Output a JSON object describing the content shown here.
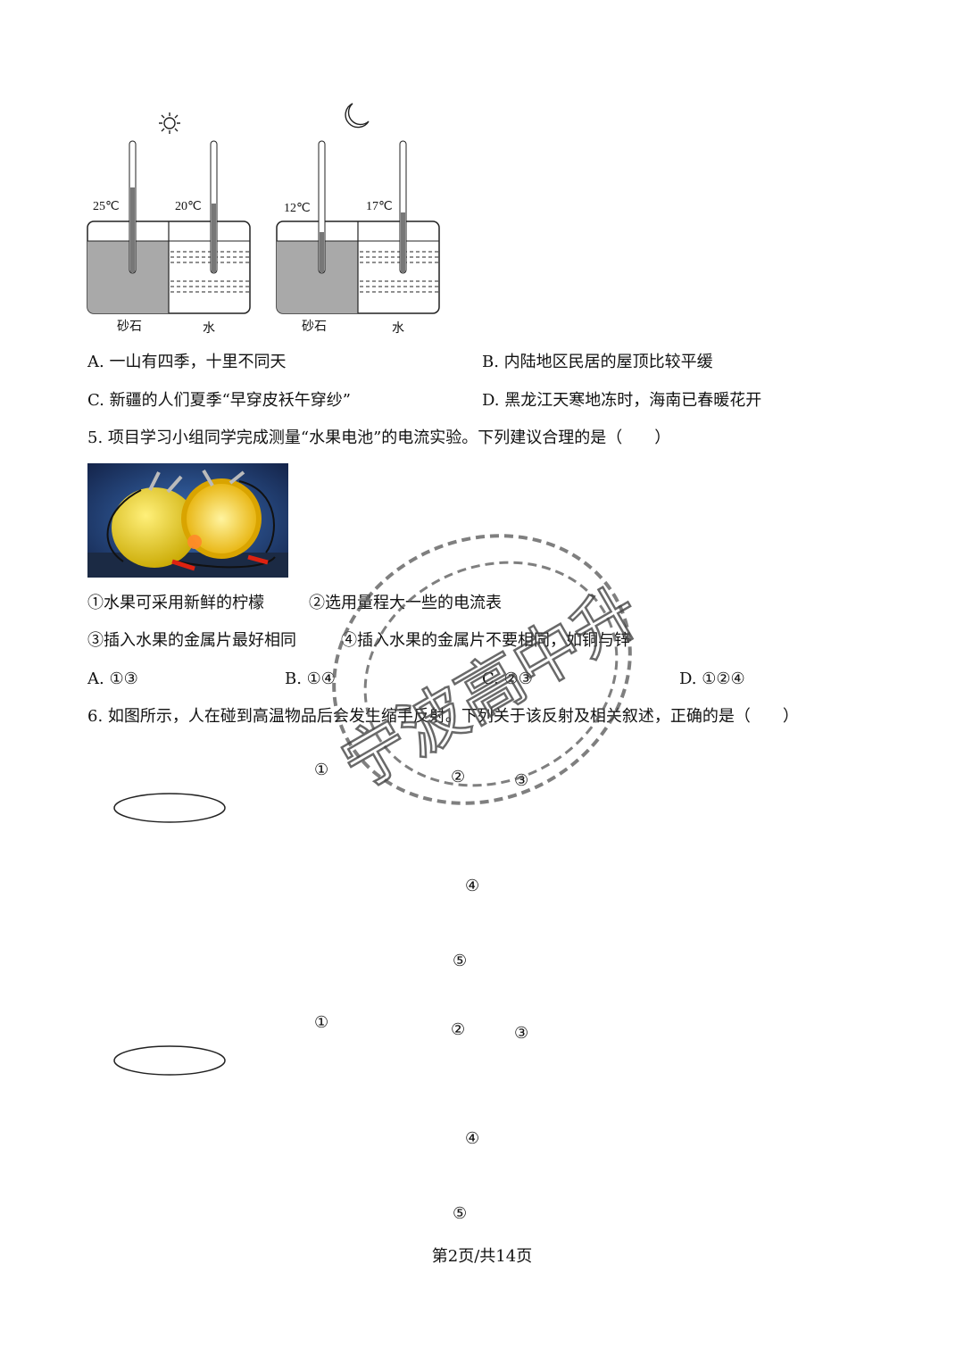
{
  "figure_temps": {
    "day": {
      "icon": "sun-icon",
      "sand": "25℃",
      "water": "20℃",
      "sand_label": "砂石",
      "water_label": "水"
    },
    "night": {
      "icon": "moon-icon",
      "sand": "12℃",
      "water": "17℃",
      "sand_label": "砂石",
      "water_label": "水"
    }
  },
  "q4_options": {
    "A": "A. 一山有四季，十里不同天",
    "B": "B. 内陆地区民居的屋顶比较平缓",
    "C": "C. 新疆的人们夏季“早穿皮袄午穿纱”",
    "D": "D. 黑龙江天寒地冻时，海南已春暖花开"
  },
  "q5": {
    "stem": "5. 项目学习小组同学完成测量“水果电池”的电流实验。下列建议合理的是（　　）",
    "statements": [
      "①水果可采用新鲜的柠檬",
      "②选用量程大一些的电流表",
      "③插入水果的金属片最好相同",
      "④插入水果的金属片不要相同，如铜与锌"
    ],
    "options": [
      "A. ①③",
      "B. ①④",
      "C. ②③",
      "D. ①②④"
    ]
  },
  "q6": {
    "stem": "6. 如图所示，人在碰到高温物品后会发生缩手反射。下列关于该反射及相关叙述，正确的是（　　）",
    "labels": [
      "①",
      "②",
      "③",
      "④",
      "⑤"
    ]
  },
  "watermark": "宁波高中升",
  "footer": "第2页/共14页"
}
